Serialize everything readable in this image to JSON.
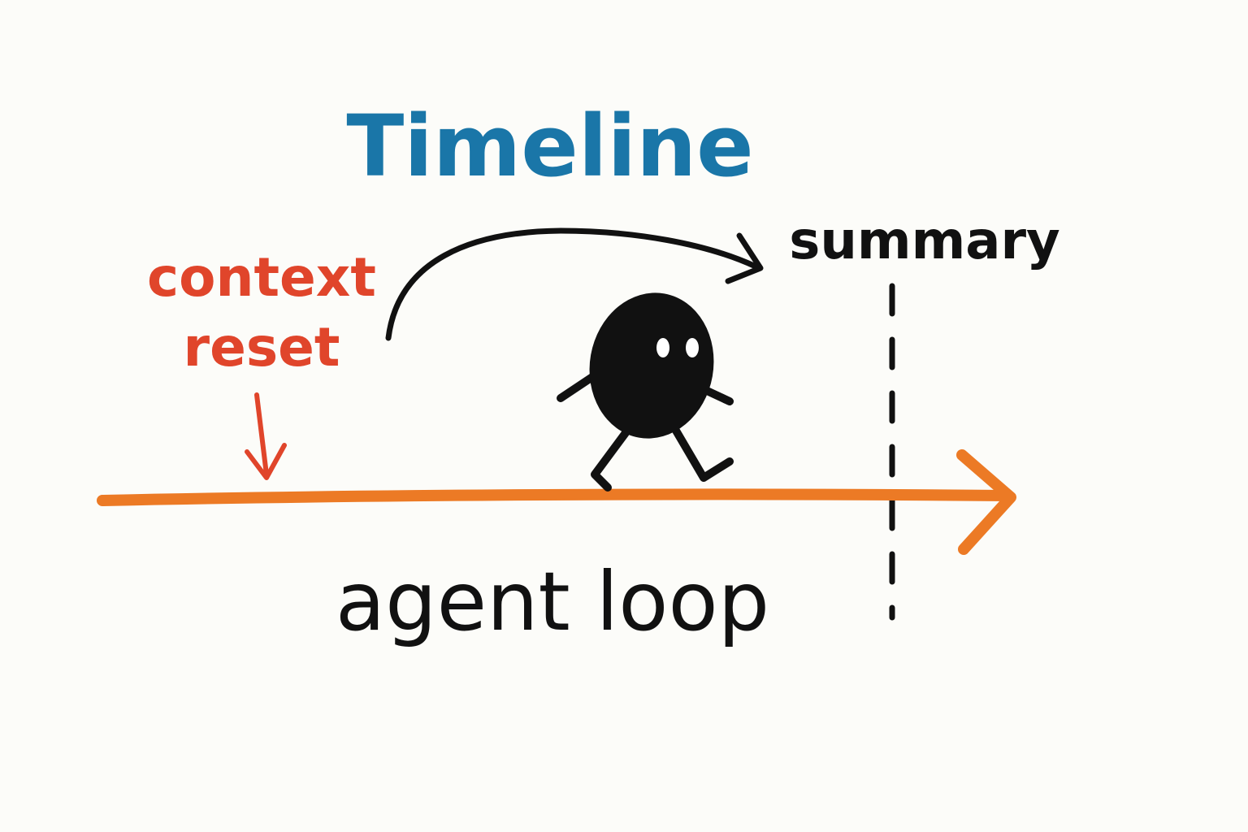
{
  "diagram": {
    "title": "Timeline",
    "context_reset_label_line1": "context",
    "context_reset_label_line2": "reset",
    "summary_label": "summary",
    "agent_loop_label": "agent loop"
  },
  "colors": {
    "background": "#fcfcf9",
    "title": "#1a76a8",
    "context_reset": "#e0452b",
    "timeline_arrow": "#ec7a25",
    "ink": "#111111",
    "character_eyes": "#ffffff"
  },
  "icons": {
    "character": "walking-blob-character-icon",
    "timeline": "timeline-arrow-icon",
    "reset_marker": "down-arrow-icon",
    "jump": "curved-arrow-icon"
  }
}
